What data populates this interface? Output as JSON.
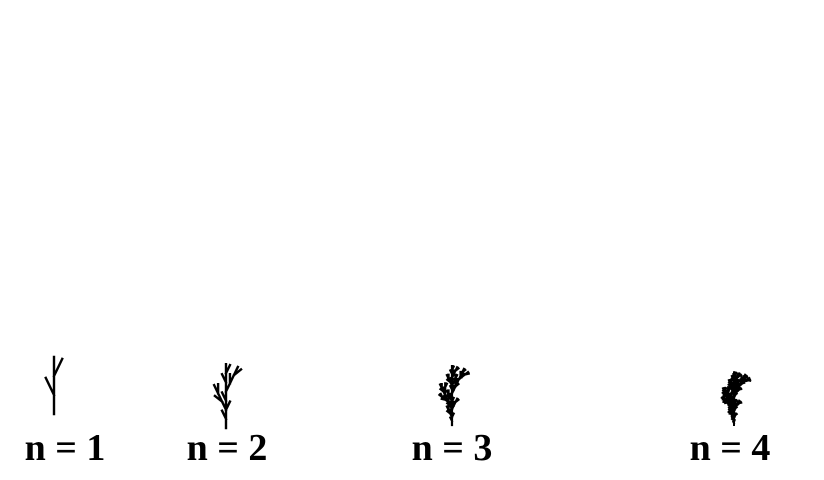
{
  "figure": {
    "stroke_color": "#000000",
    "background_color": "#ffffff",
    "plants": [
      {
        "label": "n = 1",
        "iterations": 1
      },
      {
        "label": "n = 2",
        "iterations": 2
      },
      {
        "label": "n = 3",
        "iterations": 3
      },
      {
        "label": "n = 4",
        "iterations": 4
      }
    ]
  }
}
